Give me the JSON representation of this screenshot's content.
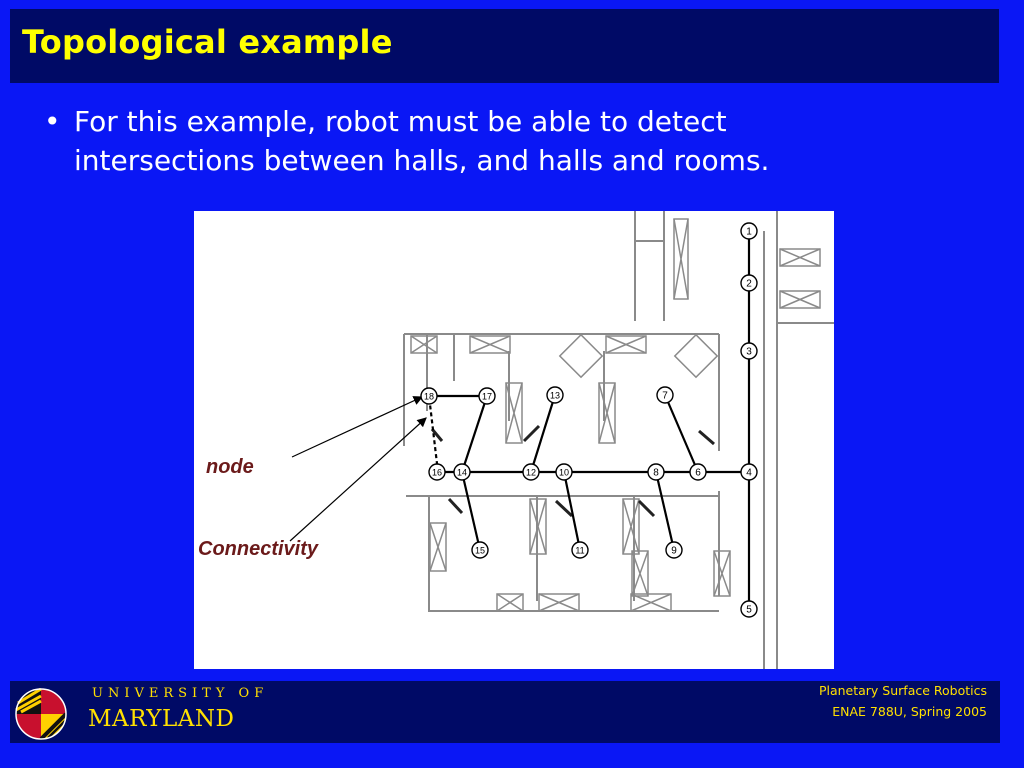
{
  "slide": {
    "title": "Topological example",
    "bullet_mark": "•",
    "bullet": "For this example, robot must be able to detect intersections between halls, and halls and rooms."
  },
  "figure": {
    "label_node": "node",
    "label_connectivity": "Connectivity",
    "nodes": [
      "1",
      "2",
      "3",
      "4",
      "5",
      "6",
      "7",
      "8",
      "9",
      "10",
      "11",
      "12",
      "13",
      "14",
      "15",
      "16",
      "17",
      "18"
    ]
  },
  "footer": {
    "university_line1": "UNIVERSITY OF",
    "university_line2": "MARYLAND",
    "course_line1": "Planetary Surface Robotics",
    "course_line2": "ENAE 788U, Spring 2005"
  },
  "colors": {
    "background": "#0a17f5",
    "bar": "#000a66",
    "title": "#ffff00",
    "footer_text": "#ffe000",
    "label": "#6b1a1a"
  }
}
